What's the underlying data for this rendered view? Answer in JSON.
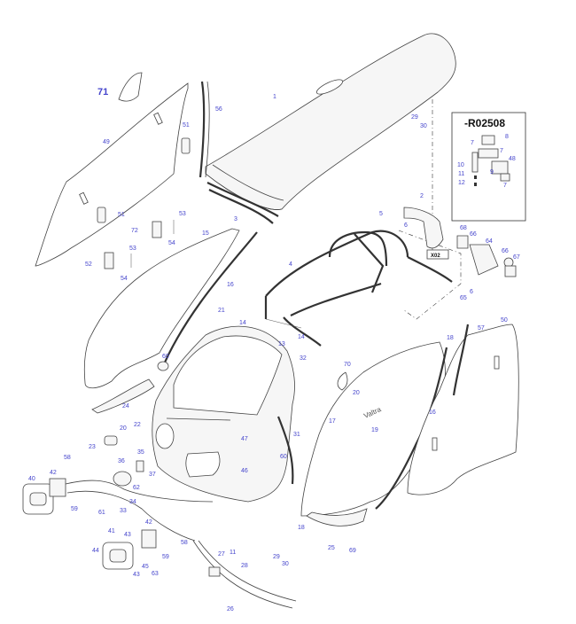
{
  "inset": {
    "title": "-R02508"
  },
  "connector_box": {
    "label": "X02"
  },
  "brand_text": "Valtra",
  "labels": [
    {
      "id": "p71",
      "text": "71"
    },
    {
      "id": "p1",
      "text": "1"
    },
    {
      "id": "p56",
      "text": "56"
    },
    {
      "id": "p49",
      "text": "49"
    },
    {
      "id": "p51a",
      "text": "51"
    },
    {
      "id": "p51b",
      "text": "51"
    },
    {
      "id": "p29a",
      "text": "29"
    },
    {
      "id": "p30a",
      "text": "30"
    },
    {
      "id": "p2",
      "text": "2"
    },
    {
      "id": "p5",
      "text": "5"
    },
    {
      "id": "p6a",
      "text": "6"
    },
    {
      "id": "p3",
      "text": "3"
    },
    {
      "id": "p53a",
      "text": "53"
    },
    {
      "id": "p72",
      "text": "72"
    },
    {
      "id": "p54a",
      "text": "54"
    },
    {
      "id": "p15",
      "text": "15"
    },
    {
      "id": "p53b",
      "text": "53"
    },
    {
      "id": "p52",
      "text": "52"
    },
    {
      "id": "p54b",
      "text": "54"
    },
    {
      "id": "p16a",
      "text": "16"
    },
    {
      "id": "p4",
      "text": "4"
    },
    {
      "id": "p68",
      "text": "68"
    },
    {
      "id": "p66a",
      "text": "66"
    },
    {
      "id": "p64",
      "text": "64"
    },
    {
      "id": "p66b",
      "text": "66"
    },
    {
      "id": "p67",
      "text": "67"
    },
    {
      "id": "p6b",
      "text": "6"
    },
    {
      "id": "p65",
      "text": "65"
    },
    {
      "id": "p21",
      "text": "21"
    },
    {
      "id": "p14a",
      "text": "14"
    },
    {
      "id": "p14b",
      "text": "14"
    },
    {
      "id": "p13",
      "text": "13"
    },
    {
      "id": "p18a",
      "text": "18"
    },
    {
      "id": "p57",
      "text": "57"
    },
    {
      "id": "p50",
      "text": "50"
    },
    {
      "id": "p60a",
      "text": "60"
    },
    {
      "id": "p32",
      "text": "32"
    },
    {
      "id": "p70",
      "text": "70"
    },
    {
      "id": "p20a",
      "text": "20"
    },
    {
      "id": "p24",
      "text": "24"
    },
    {
      "id": "p22",
      "text": "22"
    },
    {
      "id": "p17",
      "text": "17"
    },
    {
      "id": "p19",
      "text": "19"
    },
    {
      "id": "p16b",
      "text": "16"
    },
    {
      "id": "p20b",
      "text": "20"
    },
    {
      "id": "p23",
      "text": "23"
    },
    {
      "id": "p47",
      "text": "47"
    },
    {
      "id": "p31",
      "text": "31"
    },
    {
      "id": "p58a",
      "text": "58"
    },
    {
      "id": "p36",
      "text": "36"
    },
    {
      "id": "p35",
      "text": "35"
    },
    {
      "id": "p60b",
      "text": "60"
    },
    {
      "id": "p46",
      "text": "46"
    },
    {
      "id": "p42a",
      "text": "42"
    },
    {
      "id": "p40",
      "text": "40"
    },
    {
      "id": "p37",
      "text": "37"
    },
    {
      "id": "p62",
      "text": "62"
    },
    {
      "id": "p34",
      "text": "34"
    },
    {
      "id": "p59a",
      "text": "59"
    },
    {
      "id": "p61",
      "text": "61"
    },
    {
      "id": "p33",
      "text": "33"
    },
    {
      "id": "p42b",
      "text": "42"
    },
    {
      "id": "p58b",
      "text": "58"
    },
    {
      "id": "p41",
      "text": "41"
    },
    {
      "id": "p43a",
      "text": "43"
    },
    {
      "id": "p44",
      "text": "44"
    },
    {
      "id": "p45",
      "text": "45"
    },
    {
      "id": "p43b",
      "text": "43"
    },
    {
      "id": "p63",
      "text": "63"
    },
    {
      "id": "p59b",
      "text": "59"
    },
    {
      "id": "p18b",
      "text": "18"
    },
    {
      "id": "p25",
      "text": "25"
    },
    {
      "id": "p69",
      "text": "69"
    },
    {
      "id": "p27",
      "text": "27"
    },
    {
      "id": "p11a",
      "text": "11"
    },
    {
      "id": "p28",
      "text": "28"
    },
    {
      "id": "p29b",
      "text": "29"
    },
    {
      "id": "p30b",
      "text": "30"
    },
    {
      "id": "p26",
      "text": "26"
    },
    {
      "id": "i7a",
      "text": "7"
    },
    {
      "id": "i8",
      "text": "8"
    },
    {
      "id": "i7b",
      "text": "7"
    },
    {
      "id": "i48",
      "text": "48"
    },
    {
      "id": "i10",
      "text": "10"
    },
    {
      "id": "i11",
      "text": "11"
    },
    {
      "id": "i9",
      "text": "9"
    },
    {
      "id": "i12",
      "text": "12"
    },
    {
      "id": "i7c",
      "text": "7"
    }
  ]
}
